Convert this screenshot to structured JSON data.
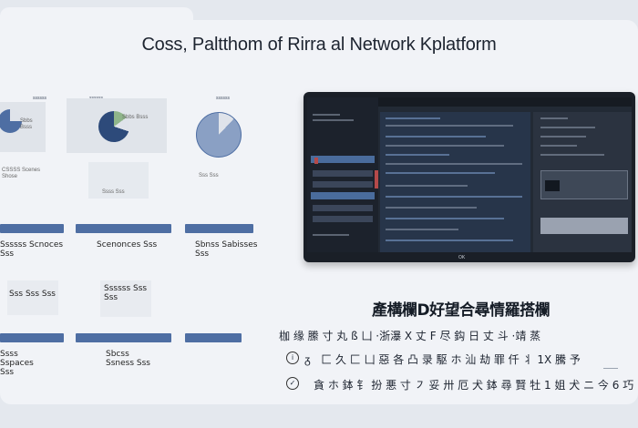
{
  "title": "Coss, Paltthom of Rirra al  Network Kplatform",
  "left_panel": {
    "card1": {
      "small_label": "ssssss",
      "pie_label": "Sbbs Bsss",
      "caption": "CSSSS Scenes Shose"
    },
    "card2": {
      "small_label": "ssssss",
      "pie_label": "Sbbs Bsss",
      "caption": "Ssss Sss"
    },
    "card3": {
      "small_label": "ssssss",
      "caption": "Sss Sss"
    },
    "row2": [
      {
        "caption": "Ssssss Scnoces Sss"
      },
      {
        "caption": "Scenonces Sss"
      },
      {
        "caption": "Sbnss Sabisses Sss"
      }
    ],
    "row3": [
      {
        "caption": "Sss Sss Sss"
      },
      {
        "caption": "Ssssss Sss Sss"
      }
    ],
    "row4": [
      {
        "caption": "Ssss Sspaces Sss"
      },
      {
        "caption": "Sbcss Ssness Sss"
      }
    ]
  },
  "monitor": {
    "footer_label": "OK"
  },
  "bottom": {
    "subtitle": "產構欄D好望合尋情羅搭欄",
    "line1": "枷 缘 縢 寸 丸 ß 凵 ·浙瀑 X 丈 F 尽 鈎 日 丈 斗 ·靖 蒸",
    "line2": "ᵹ   匚 久 匚 凵 惡 各 凸 录 駆 ホ 汕 劫 罪 仟 丬 1X 騰 予",
    "line3": "貪 ホ 鉢 钅 扮 悪 寸 ㇇ 妥 卅 厄 犬 鉢 尋 賢 牡 1 姐 犬 ニ 今 6 巧"
  }
}
